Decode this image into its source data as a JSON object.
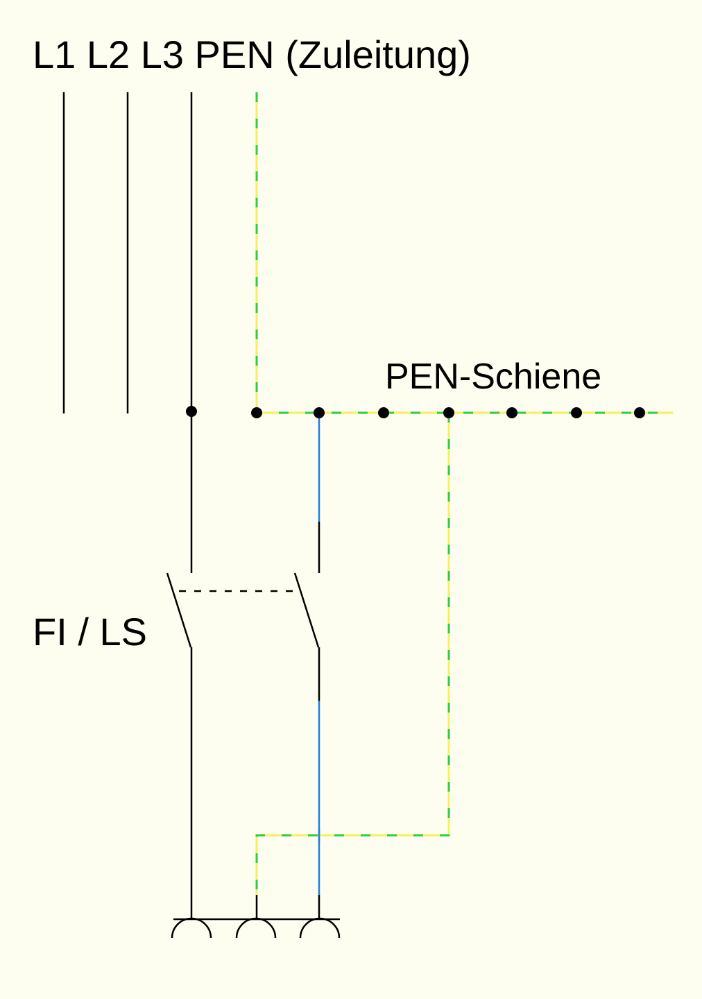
{
  "labels": {
    "title": "L1 L2 L3 PEN (Zuleitung)",
    "busbar": "PEN-Schiene",
    "breaker": "FI / LS"
  },
  "colors": {
    "background": "#fdfdf0",
    "phase": "#000000",
    "neutral": "#1e7fd8",
    "pe_yellow": "#f5f060",
    "pe_green": "#2ecc40"
  }
}
